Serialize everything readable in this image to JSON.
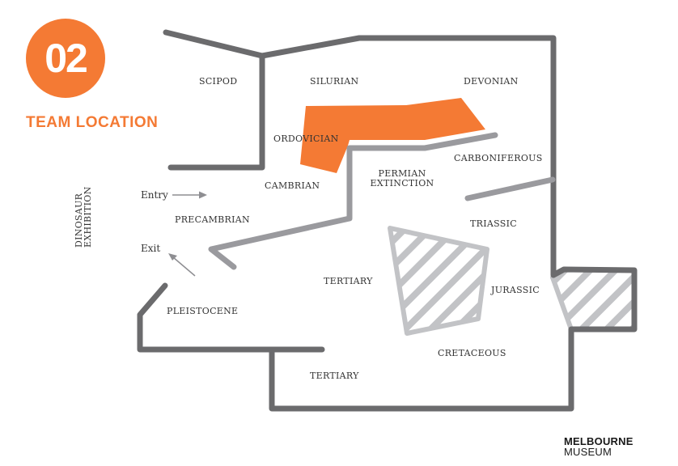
{
  "header": {
    "badge_number": "02",
    "title": "TEAM LOCATION"
  },
  "colors": {
    "accent": "#f47a34",
    "outer_wall": "#6b6b6d",
    "inner_wall": "#9a9a9e",
    "hatch": "#c2c3c6",
    "text": "#333333"
  },
  "side_label": {
    "line1": "DINOSAUR",
    "line2": "EXHIBITION"
  },
  "navigation": {
    "entry": "Entry",
    "exit": "Exit",
    "entry_icon": "arrow-right-icon",
    "exit_icon": "arrow-up-left-icon"
  },
  "zones": {
    "scipod": "SCIPOD",
    "silurian": "SILURIAN",
    "devonian": "DEVONIAN",
    "ordovician": "ORDOVICIAN",
    "carboniferous": "CARBONIFEROUS",
    "cambrian": "CAMBRIAN",
    "permian_line1": "PERMIAN",
    "permian_line2": "EXTINCTION",
    "precambrian": "PRECAMBRIAN",
    "triassic": "TRIASSIC",
    "tertiary_upper": "TERTIARY",
    "jurassic": "JURASSIC",
    "pleistocene": "PLEISTOCENE",
    "cretaceous": "CRETACEOUS",
    "tertiary_lower": "TERTIARY"
  },
  "highlight": {
    "zone": "ORDOVICIAN / SILURIAN corridor",
    "color": "#f47a34"
  },
  "logo": {
    "line1": "MELBOURNE",
    "line2": "MUSEUM"
  }
}
